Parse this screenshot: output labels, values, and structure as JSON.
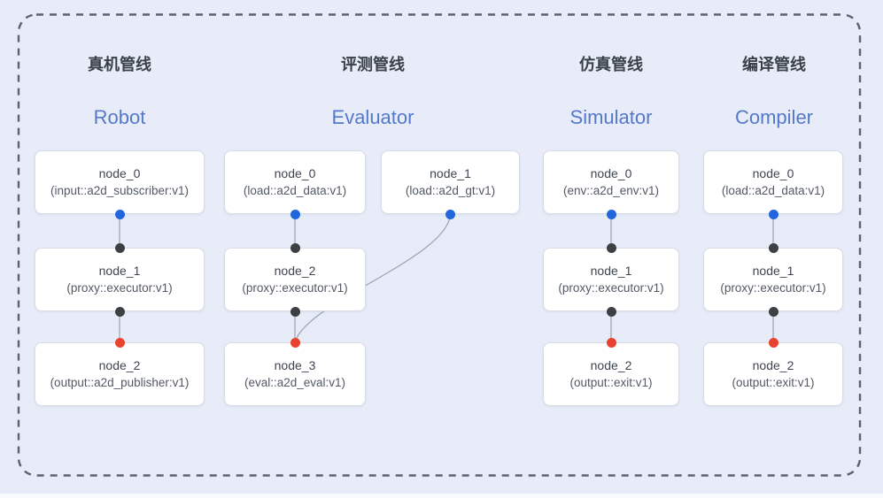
{
  "colors": {
    "background": "#e7ecf8",
    "frame_dash": "#5c636e",
    "edge": "#9aa3b2",
    "box_bg": "#ffffff",
    "box_border": "#d8dce4",
    "header_zh": "#394049",
    "header_en": "#5478ca",
    "node_title": "#3f4550",
    "node_subtitle": "#525965",
    "port_blue": "#2166dd",
    "port_dark": "#3c4043",
    "port_red": "#e8432f"
  },
  "pipelines": [
    {
      "id": "robot",
      "title_zh": "真机管线",
      "title_en": "Robot",
      "nodes": [
        {
          "label": "node_0",
          "sublabel": "(input::a2d_subscriber:v1)",
          "row": 0,
          "col": 0,
          "top_port": null,
          "bottom_port": "blue"
        },
        {
          "label": "node_1",
          "sublabel": "(proxy::executor:v1)",
          "row": 1,
          "col": 0,
          "top_port": "dark",
          "bottom_port": "dark"
        },
        {
          "label": "node_2",
          "sublabel": "(output::a2d_publisher:v1)",
          "row": 2,
          "col": 0,
          "top_port": "red",
          "bottom_port": null
        }
      ],
      "edges": [
        {
          "from": 0,
          "to": 1
        },
        {
          "from": 1,
          "to": 2
        }
      ]
    },
    {
      "id": "evaluator",
      "title_zh": "评测管线",
      "title_en": "Evaluator",
      "nodes": [
        {
          "label": "node_0",
          "sublabel": "(load::a2d_data:v1)",
          "row": 0,
          "col": 0,
          "top_port": null,
          "bottom_port": "blue"
        },
        {
          "label": "node_1",
          "sublabel": "(load::a2d_gt:v1)",
          "row": 0,
          "col": 1,
          "top_port": null,
          "bottom_port": "blue"
        },
        {
          "label": "node_2",
          "sublabel": "(proxy::executor:v1)",
          "row": 1,
          "col": 0,
          "top_port": "dark",
          "bottom_port": "dark"
        },
        {
          "label": "node_3",
          "sublabel": "(eval::a2d_eval:v1)",
          "row": 2,
          "col": 0,
          "top_port": "red",
          "bottom_port": null
        }
      ],
      "edges": [
        {
          "from": 0,
          "to": 2
        },
        {
          "from": 2,
          "to": 3
        },
        {
          "from": 1,
          "to": 3,
          "curved": true
        }
      ]
    },
    {
      "id": "simulator",
      "title_zh": "仿真管线",
      "title_en": "Simulator",
      "nodes": [
        {
          "label": "node_0",
          "sublabel": "(env::a2d_env:v1)",
          "row": 0,
          "col": 0,
          "top_port": null,
          "bottom_port": "blue"
        },
        {
          "label": "node_1",
          "sublabel": "(proxy::executor:v1)",
          "row": 1,
          "col": 0,
          "top_port": "dark",
          "bottom_port": "dark"
        },
        {
          "label": "node_2",
          "sublabel": "(output::exit:v1)",
          "row": 2,
          "col": 0,
          "top_port": "red",
          "bottom_port": null
        }
      ],
      "edges": [
        {
          "from": 0,
          "to": 1
        },
        {
          "from": 1,
          "to": 2
        }
      ]
    },
    {
      "id": "compiler",
      "title_zh": "编译管线",
      "title_en": "Compiler",
      "nodes": [
        {
          "label": "node_0",
          "sublabel": "(load::a2d_data:v1)",
          "row": 0,
          "col": 0,
          "top_port": null,
          "bottom_port": "blue"
        },
        {
          "label": "node_1",
          "sublabel": "(proxy::executor:v1)",
          "row": 1,
          "col": 0,
          "top_port": "dark",
          "bottom_port": "dark"
        },
        {
          "label": "node_2",
          "sublabel": "(output::exit:v1)",
          "row": 2,
          "col": 0,
          "top_port": "red",
          "bottom_port": null
        }
      ],
      "edges": [
        {
          "from": 0,
          "to": 1
        },
        {
          "from": 1,
          "to": 2
        }
      ]
    }
  ]
}
